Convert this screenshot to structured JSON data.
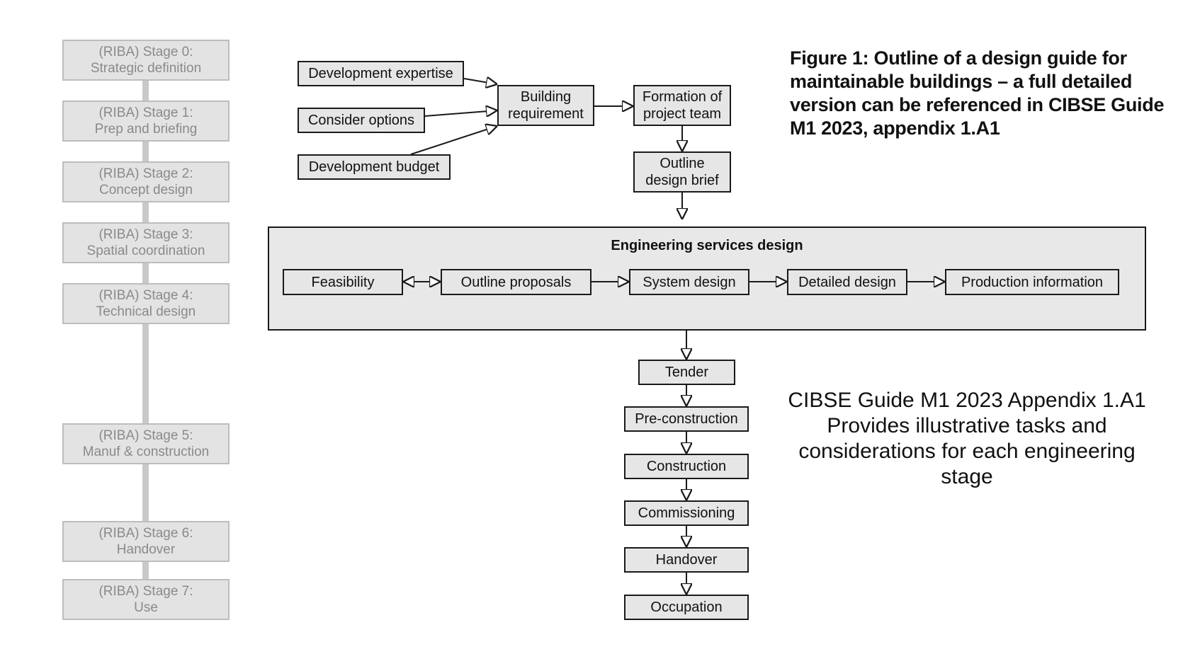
{
  "caption": "Figure 1: Outline of a design guide for maintainable buildings – a full detailed version can be referenced in CIBSE Guide M1 2023, appendix 1.A1",
  "note": "CIBSE Guide M1 2023 Appendix 1.A1 Provides illustrative tasks and considerations for each engineering stage",
  "stages": [
    {
      "title": "(RIBA) Stage 0:",
      "name": "Strategic definition"
    },
    {
      "title": "(RIBA) Stage 1:",
      "name": "Prep and briefing"
    },
    {
      "title": "(RIBA) Stage 2:",
      "name": "Concept design"
    },
    {
      "title": "(RIBA) Stage 3:",
      "name": "Spatial coordination"
    },
    {
      "title": "(RIBA) Stage 4:",
      "name": "Technical design"
    },
    {
      "title": "(RIBA) Stage 5:",
      "name": "Manuf & construction"
    },
    {
      "title": "(RIBA) Stage 6:",
      "name": "Handover"
    },
    {
      "title": "(RIBA) Stage 7:",
      "name": "Use"
    }
  ],
  "inputs": {
    "expertise": "Development expertise",
    "options": "Consider options",
    "budget": "Development budget"
  },
  "building_requirement": {
    "line1": "Building",
    "line2": "requirement"
  },
  "project_team": {
    "line1": "Formation of",
    "line2": "project team"
  },
  "design_brief": {
    "line1": "Outline",
    "line2": "design brief"
  },
  "engineering": {
    "title": "Engineering services design",
    "steps": [
      "Feasibility",
      "Outline proposals",
      "System design",
      "Detailed design",
      "Production information"
    ]
  },
  "construction_steps": [
    "Tender",
    "Pre-construction",
    "Construction",
    "Commissioning",
    "Handover",
    "Occupation"
  ]
}
